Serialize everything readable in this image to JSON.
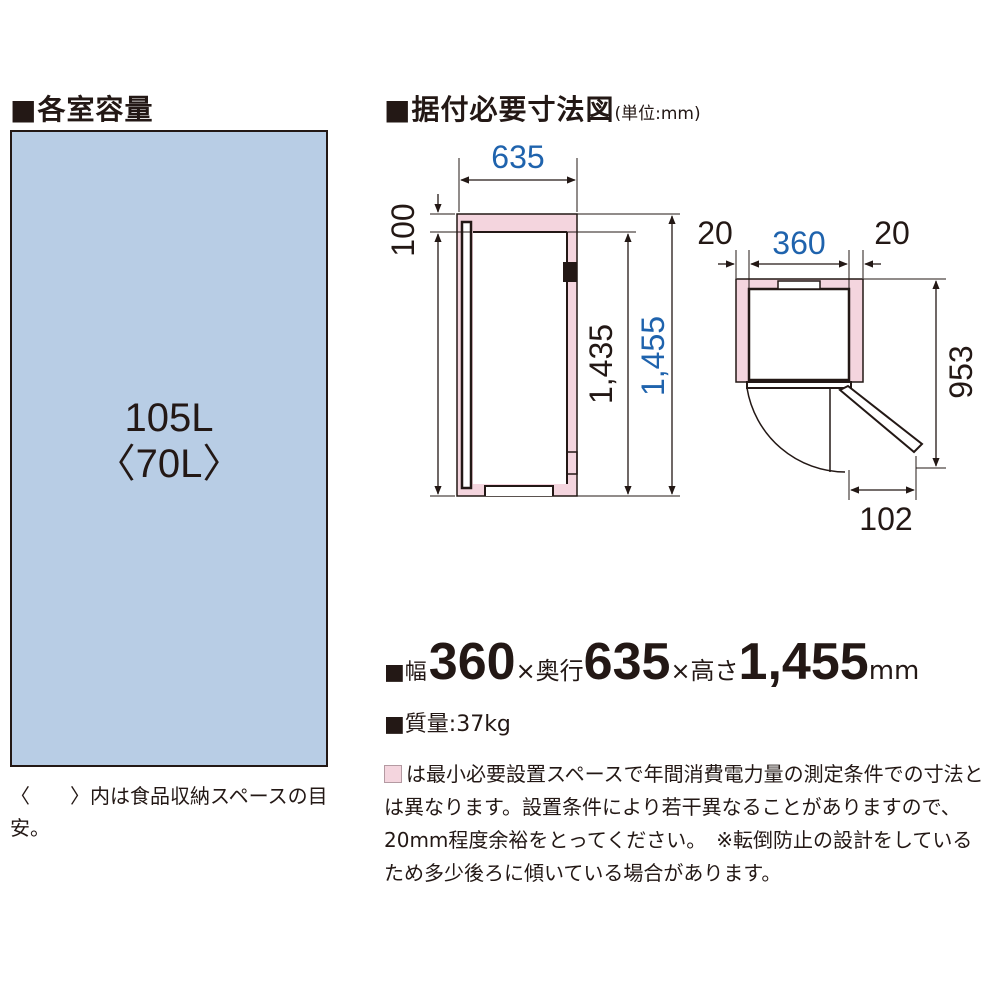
{
  "left_section": {
    "heading": "■各室容量",
    "capacity_total": "105L",
    "capacity_food": "〈70L〉",
    "note": "〈　　〉内は食品収納スペースの目安。"
  },
  "right_section": {
    "heading": "■据付必要寸法図",
    "heading_unit": "(単位:mm)"
  },
  "diagram": {
    "side_depth": "635",
    "side_top_clearance": "100",
    "side_body_height": "1,435",
    "side_total_height": "1,455",
    "top_left_clearance": "20",
    "top_width": "360",
    "top_right_clearance": "20",
    "top_depth_with_door": "953",
    "top_door_offset": "102"
  },
  "dimensions_line": {
    "prefix": "■幅",
    "width_value": "360",
    "sep1": "×奥行",
    "depth_value": "635",
    "sep2": "×高さ",
    "height_value": "1,455",
    "unit": "mm"
  },
  "mass_line": "■質量:37kg",
  "install_note": "は最小必要設置スペースで年間消費電力量の測定条件での寸法とは異なります。設置条件により若干異なることがありますので、20mm程度余裕をとってください。　※転倒防止の設計をしているため多少後ろに傾いている場合があります。",
  "colors": {
    "capacity_fill": "#b8cde5",
    "clearance_pink": "#f4d5de",
    "blue_dimension": "#1f63ad",
    "ink": "#231815"
  }
}
